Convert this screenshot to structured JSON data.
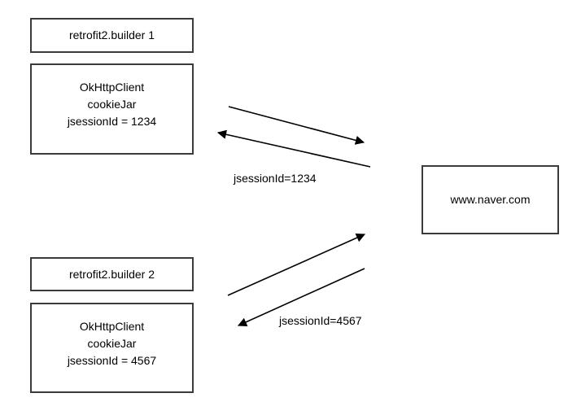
{
  "diagram": {
    "type": "sequence-flow",
    "background_color": "#ffffff",
    "stroke_color": "#3b3b3b",
    "line_color": "#000000",
    "text_color": "#000000",
    "nodes": [
      {
        "id": "builder1",
        "label": "retrofit2.builder 1"
      },
      {
        "id": "client1",
        "label": "OkHttpClient\ncookieJar\njsessionId = 1234"
      },
      {
        "id": "builder2",
        "label": "retrofit2.builder 2"
      },
      {
        "id": "client2",
        "label": "OkHttpClient\ncookieJar\njsessionId = 4567"
      },
      {
        "id": "server",
        "label": "www.naver.com"
      }
    ],
    "edges": [
      {
        "id": "req1",
        "from": "client1",
        "to": "server",
        "direction": "right",
        "label": ""
      },
      {
        "id": "resp1",
        "from": "server",
        "to": "client1",
        "direction": "left",
        "label": "jsessionId=1234"
      },
      {
        "id": "req2",
        "from": "client2",
        "to": "server",
        "direction": "right",
        "label": ""
      },
      {
        "id": "resp2",
        "from": "server",
        "to": "client2",
        "direction": "left",
        "label": "jsessionId=4567"
      }
    ]
  }
}
